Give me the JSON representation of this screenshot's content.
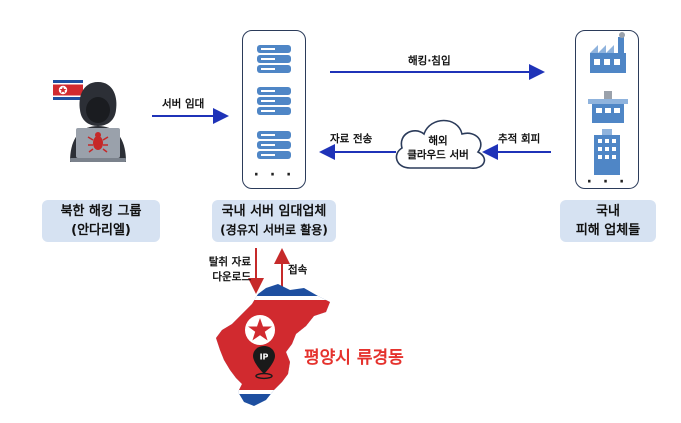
{
  "hacker_group": {
    "line1": "북한 해킹 그룹",
    "line2": "(안다리엘)"
  },
  "server_company": {
    "line1": "국내 서버 임대업체",
    "line2": "(경유지 서버로 활용)"
  },
  "victims": {
    "line1": "국내",
    "line2": "피해 업체들"
  },
  "arrows": {
    "server_rental": "서버 임대",
    "hacking": "해킹·침입",
    "data_transfer": "자료 전송",
    "trace_evasion": "추적 회피",
    "stolen_download_1": "탈취 자료",
    "stolen_download_2": "다운로드",
    "access": "접속"
  },
  "cloud": {
    "line1": "해외",
    "line2": "클라우드 서버"
  },
  "location": {
    "name": "평양시 류경동",
    "pin_label": "IP"
  },
  "ellipsis": "· · ·",
  "colors": {
    "arrow_blue": "#1f33b8",
    "arrow_red": "#c62a2a",
    "label_bg": "#d6e2f2",
    "server_blue": "#4f86c6",
    "map_red": "#d12a2f",
    "map_blue": "#1e4fa0",
    "place_red": "#e5322d"
  }
}
